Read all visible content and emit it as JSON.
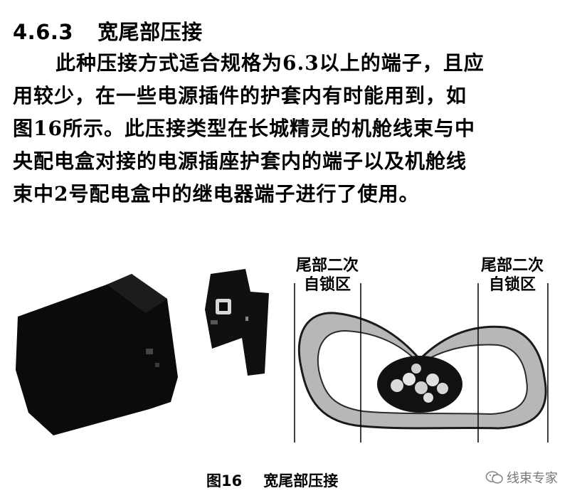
{
  "section": {
    "number": "4.6.3",
    "title": "宽尾部压接"
  },
  "paragraph": {
    "lines": [
      "此种压接方式适合规格为6.3以上的端子，且应",
      "用较少，在一些电源插件的护套内有时能用到，如",
      "图16所示。此压接类型在长城精灵的机舱线束与中",
      "央配电盒对接的电源插座护套内的端子以及机舱线",
      "束中2号配电盒中的继电器端子进行了使用。"
    ]
  },
  "figure": {
    "left_label": [
      "尾部二次",
      "自锁区"
    ],
    "right_label": [
      "尾部二次",
      "自锁区"
    ],
    "caption_number": "图16",
    "caption_title": "宽尾部压接"
  },
  "watermark": {
    "text": "线束专家",
    "icon": "wechat-icon"
  }
}
